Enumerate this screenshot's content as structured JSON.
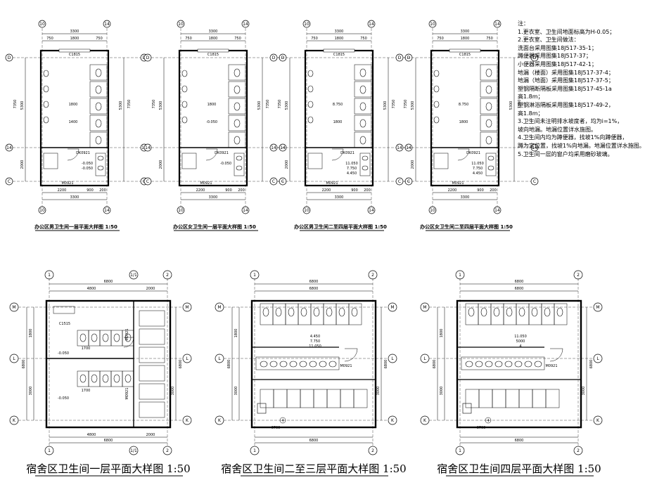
{
  "notes": {
    "heading": "注：",
    "lines": [
      "1.更衣室、卫生间地面标高为H-0.05；",
      "2.更衣室、卫生间做法：",
      "   洗面台采用图集18J517-35-1；",
      "   蹲便器采用图集18J517-37；",
      "   小便器采用图集18J517-42-1；",
      "   地漏（楼面）采用图集18J517-37-4；",
      "   地漏（地面）采用图集18J517-37-5；",
      "   塑钢隔断隔板采用图集18J517-45-1a",
      "   高1.8m；",
      "   塑钢淋浴隔板采用图集18J517-49-2，",
      "   高1.8m；",
      "3.卫生间未注明排水坡度者，均为i=1%，",
      "   坡向地漏。地漏位置详水施图。",
      "4.卫生间内均为蹲便器，找坡1%向蹲便器，",
      "   蹲为定位置，找坡1%向地漏。地漏位置详水施图。",
      "5.卫生间一层的窗户均采用磨砂玻璃。"
    ]
  },
  "plans_top": [
    {
      "title": "办公区男卫生间一层平面大样图 1:50",
      "axis_top": [
        "10",
        "14"
      ],
      "axis_side": [
        "D",
        "14",
        "C"
      ],
      "dims_top": [
        "3300",
        "750",
        "1800",
        "750"
      ],
      "dims_bottom": [
        "2200",
        "900",
        "200",
        "3300"
      ],
      "dims_left": [
        "5300",
        "7350",
        "2000"
      ],
      "labels": [
        "C1815",
        "1800",
        "1400",
        "DK0921",
        "M0921",
        "-0.050",
        "-0.050"
      ]
    },
    {
      "title": "办公区女卫生间一层平面大样图 1:50",
      "axis_top": [
        "10",
        "14"
      ],
      "axis_side": [
        "D",
        "14",
        "C"
      ],
      "dims_top": [
        "3300",
        "750",
        "1800",
        "750"
      ],
      "dims_bottom": [
        "2200",
        "900",
        "200",
        "3300"
      ],
      "dims_left": [
        "5300",
        "7350",
        "2000"
      ],
      "labels": [
        "C1815",
        "1800",
        "-0.050",
        "DK0921",
        "M0921",
        "-0.050"
      ]
    },
    {
      "title": "办公区男卫生间二至四层平面大样图 1:50",
      "axis_top": [
        "10",
        "14"
      ],
      "axis_side": [
        "D",
        "14",
        "C"
      ],
      "dims_top": [
        "3300",
        "750",
        "1800",
        "750"
      ],
      "dims_bottom": [
        "2200",
        "900",
        "200",
        "3300"
      ],
      "dims_left": [
        "5300",
        "7350",
        "2000"
      ],
      "labels": [
        "C1815",
        "8.750",
        "1800",
        "DK0921",
        "M0921",
        "11.050",
        "7.750",
        "4.450"
      ]
    },
    {
      "title": "办公区女卫生间二至四层平面大样图 1:50",
      "axis_top": [
        "10",
        "14"
      ],
      "axis_side": [
        "D",
        "14",
        "C"
      ],
      "dims_top": [
        "3300",
        "750",
        "1800",
        "750"
      ],
      "dims_bottom": [
        "2200",
        "900",
        "200",
        "3300"
      ],
      "dims_left": [
        "5300",
        "7350",
        "2000"
      ],
      "labels": [
        "C1815",
        "8.750",
        "1800",
        "DK0921",
        "M0921",
        "11.050",
        "7.750",
        "4.450"
      ]
    }
  ],
  "plans_bottom": [
    {
      "title": "宿舍区卫生间一层平面大样图 1:50",
      "axis_top": [
        "1",
        "1/1",
        "2"
      ],
      "axis_side": [
        "M",
        "L",
        "K"
      ],
      "dims_top": [
        "4800",
        "2000",
        "6800"
      ],
      "dims_side": [
        "1800",
        "3000",
        "6800",
        "3000"
      ],
      "labels": [
        "C1515",
        "1700",
        "1700",
        "M0921",
        "M0921",
        "-0.050",
        "-0.050"
      ]
    },
    {
      "title": "宿舍区卫生间二至三层平面大样图 1:50",
      "axis_top": [
        "1",
        "2"
      ],
      "axis_side": [
        "M",
        "L",
        "K"
      ],
      "dims_top": [
        "6800"
      ],
      "dims_side": [
        "1800",
        "3000",
        "6800",
        "3000"
      ],
      "labels": [
        "M0921",
        "4.450",
        "7.750",
        "11.050",
        "4",
        "6700"
      ]
    },
    {
      "title": "宿舍区卫生间四层平面大样图 1:50",
      "axis_top": [
        "1",
        "2"
      ],
      "axis_side": [
        "M",
        "L",
        "K"
      ],
      "dims_top": [
        "6800"
      ],
      "dims_side": [
        "1800",
        "3000",
        "6800",
        "3000"
      ],
      "labels": [
        "M0921",
        "11.050",
        "5000",
        "4",
        "6700"
      ]
    }
  ],
  "colors": {
    "line": "#000000",
    "bg": "#ffffff"
  }
}
